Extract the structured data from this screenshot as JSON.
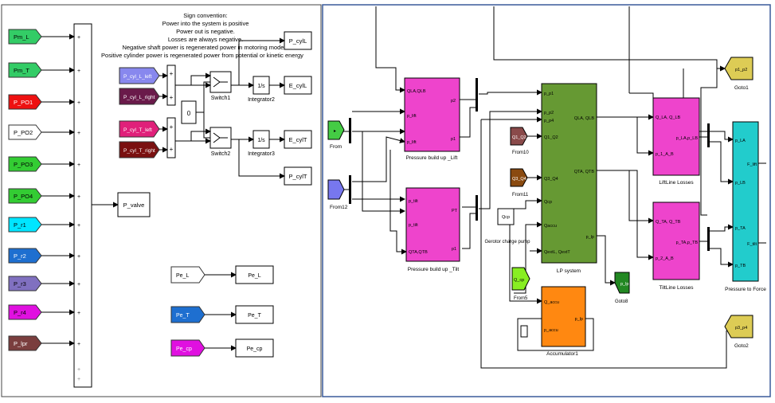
{
  "left_panel": {
    "sign_convention": [
      "Sign convention:",
      "Power into the system is positive",
      "Power out is negative.",
      "Losses are always negative.",
      "Negative shaft power is regenerated power in motoring mode.",
      "Positive cylinder power is regenerated power from potential or kinetic energy"
    ],
    "input_ports": [
      {
        "label": "Pm_L",
        "color": "#33cc66"
      },
      {
        "label": "Pm_T",
        "color": "#33cc66"
      },
      {
        "label": "P_PO1",
        "color": "#ee1111"
      },
      {
        "label": "P_PO2",
        "color": "#ffffff"
      },
      {
        "label": "P_PO3",
        "color": "#33cc33"
      },
      {
        "label": "P_PO4",
        "color": "#33cc33"
      },
      {
        "label": "P_r1",
        "color": "#00e5ff"
      },
      {
        "label": "P_r2",
        "color": "#1e6fd0"
      },
      {
        "label": "P_r3",
        "color": "#8070c0"
      },
      {
        "label": "P_r4",
        "color": "#e010e0"
      },
      {
        "label": "P_lpr",
        "color": "#7a3e3e"
      }
    ],
    "cyl_ports": [
      {
        "label": "P_cyl_L_left",
        "color": "#8888ee"
      },
      {
        "label": "P_cyl_L_right",
        "color": "#6a1a4a"
      },
      {
        "label": "P_cyl_T_left",
        "color": "#e0207a"
      },
      {
        "label": "P_cyl_T_right",
        "color": "#7a1010"
      }
    ],
    "constant": "0",
    "switches": [
      "Switch1",
      "Switch2"
    ],
    "integrators": [
      "Integrator2",
      "Integrator3"
    ],
    "integrator_symbol": "1/s",
    "out_top": [
      "P_cylL",
      "E_cylL",
      "E_cylT",
      "P_cylT"
    ],
    "p_valve": "P_valve",
    "gotos": [
      {
        "label": "Pe_L",
        "color": "#ffffff",
        "out": "Pe_L"
      },
      {
        "label": "Pe_T",
        "color": "#1e6fd0",
        "out": "Pe_T"
      },
      {
        "label": "Pe_cp",
        "color": "#e010e0",
        "out": "Pe_cp"
      }
    ]
  },
  "right_panel": {
    "from_blocks": [
      {
        "name": "From",
        "color": "#44cc44"
      },
      {
        "name": "From12",
        "color": "#7777ee"
      }
    ],
    "pressure_lift": {
      "title": "Pressure build up _Lift",
      "in_ports": [
        "QLA,QLB",
        "p_lift",
        "p_lift"
      ],
      "out_ports": [
        "p2",
        "p1"
      ],
      "color": "#ee44cc"
    },
    "pressure_tilt": {
      "title": "Pressure build up _Tilt",
      "in_ports": [
        "p_tilt",
        "p_tilt",
        "QTA,QTB"
      ],
      "out_ports": [
        "PT",
        "p1"
      ],
      "color": "#ee44cc"
    },
    "lp_system": {
      "title": "LP system",
      "in_ports": [
        "p_p1",
        "p_p2",
        "p_p4",
        "Q1_Q2",
        "Q3_Q4",
        "Qcp",
        "Qaccu",
        "QextL, QextT"
      ],
      "out_ports": [
        "QLA, QLB",
        "QTA, QTB",
        "p_lp"
      ],
      "color": "#669933"
    },
    "from_q12": {
      "label": "Q1_Q2",
      "name": "From10",
      "color": "#8a4a4a"
    },
    "from_q34": {
      "label": "Q3_Q4",
      "name": "From11",
      "color": "#8a4a10"
    },
    "gerotor": {
      "label": "Qcp",
      "title": "Gerotor charge pump"
    },
    "from_cp": {
      "label": "Q_cp",
      "name": "From5",
      "color": "#88ee22"
    },
    "goto_lp": {
      "label": "p_lp",
      "name": "Goto8",
      "color": "#228822"
    },
    "accumulator": {
      "title": "Accumulator1",
      "in_ports": [
        "Q_accu",
        "p_accu"
      ],
      "out_port": "p_lp",
      "color": "#ff8811"
    },
    "lift_losses": {
      "title": "LiftLine Losses",
      "in_ports": [
        "Q_LA, Q_LB",
        "p_1_A_B"
      ],
      "out_port": "p_LA,p_LB",
      "color": "#ee44cc"
    },
    "tilt_losses": {
      "title": "TiltLine Losses",
      "in_ports": [
        "Q_TA, Q_TB",
        "p_2_A_B"
      ],
      "out_port": "p_TA,p_TB",
      "color": "#ee44cc"
    },
    "pressure_force": {
      "title": "Pressure to Force",
      "in_ports": [
        "p_LA",
        "p_LB",
        "p_TA",
        "p_TB"
      ],
      "out_ports": [
        "F_lift",
        "F_tilt"
      ],
      "color": "#22cccc"
    },
    "goto_top": {
      "label": "p1_p2",
      "name": "Goto1",
      "color": "#ddcc55"
    },
    "goto_bottom": {
      "label": "p3_p4",
      "name": "Goto2",
      "color": "#ddcc55"
    }
  }
}
